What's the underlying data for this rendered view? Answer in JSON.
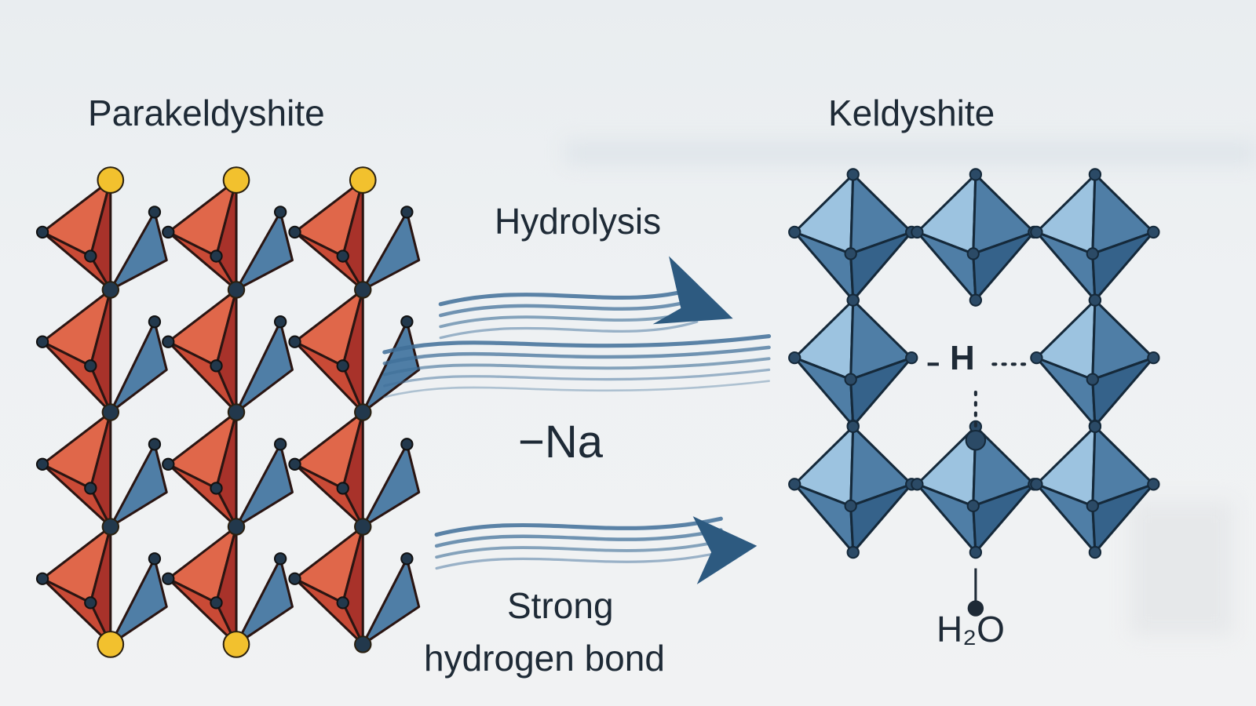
{
  "left_title": "Parakeldyshite",
  "right_title": "Keldyshite",
  "top_arrow_label": "Hydrolysis",
  "middle_label": "−Na",
  "bottom_arrow_label_line1": "Strong",
  "bottom_arrow_label_line2": "hydrogen bond",
  "hydrogen_label": "H",
  "water_label": "H₂O",
  "colors": {
    "red_light": "#e0674a",
    "red_dark": "#a8322a",
    "blue_light": "#9cc3e0",
    "blue_mid": "#4f7ea6",
    "blue_dark": "#35628a",
    "node": "#22384c",
    "sodium": "#f2c12e",
    "arrow": "#2d5a80"
  }
}
